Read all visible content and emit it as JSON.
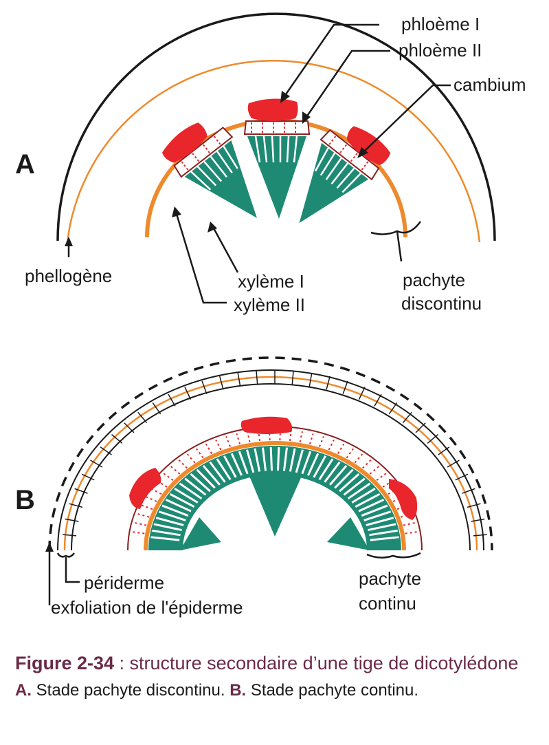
{
  "panels": {
    "a": {
      "letter": "A"
    },
    "b": {
      "letter": "B"
    }
  },
  "labels": {
    "phloeme_1": "phloème I",
    "phloeme_2": "phloème II",
    "cambium": "cambium",
    "phellogene": "phellogène",
    "xyleme_1": "xylème I",
    "xyleme_2": "xylème II",
    "pachyte_a_line1": "pachyte",
    "pachyte_a_line2": "discontinu",
    "periderme": "périderme",
    "exfoliation": "exfoliation de l'épiderme",
    "pachyte_b_line1": "pachyte",
    "pachyte_b_line2": "continu"
  },
  "caption": {
    "figure_number": "Figure 2-34",
    "title_rest": " : structure secondaire d’une tige de dicotylédone",
    "a_letter": "A.",
    "a_text": " Stade pachyte discontinu. ",
    "b_letter": "B.",
    "b_text": " Stade pachyte continu."
  },
  "colors": {
    "phloeme_red": "#e8262b",
    "cambium_orange": "#ef8a2c",
    "xyleme_green": "#1f8a74",
    "outline_dark": "#1a1a1a",
    "pachyte_outline": "#8a2020",
    "caption_purple": "#6b2a48"
  }
}
